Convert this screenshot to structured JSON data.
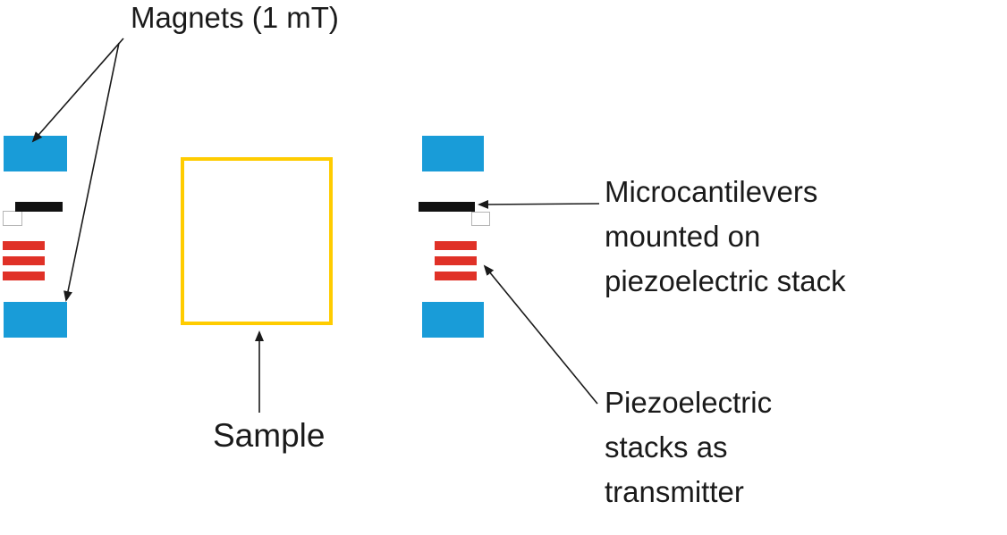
{
  "diagram": {
    "labels": {
      "magnets": "Magnets (1 mT)",
      "sample": "Sample",
      "microcantilevers": "Microcantilevers\nmounted on\npiezoelectric stack",
      "piezo_transmitter": "Piezoelectric\nstacks as\ntransmitter"
    },
    "colors": {
      "magnet": "#199CD8",
      "piezo_stack": "#E03127",
      "cantilever": "#111111",
      "sample_border": "#FFCC00",
      "arrow": "#1a1a1a",
      "background": "#FFFFFF"
    }
  }
}
